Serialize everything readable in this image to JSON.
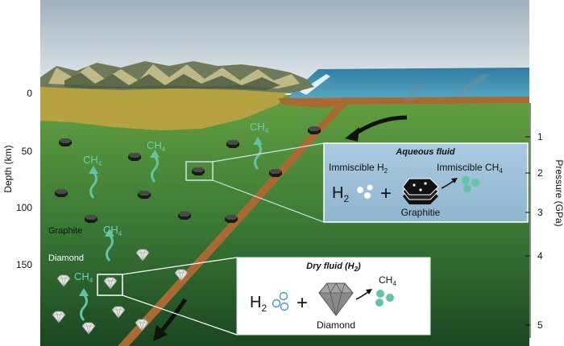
{
  "axes": {
    "depth_title": "Depth (km)",
    "pressure_title": "Pressure (GPa)",
    "depth_ticks": [
      "0",
      "50",
      "100",
      "150"
    ],
    "pressure_ticks": [
      "1",
      "2",
      "3",
      "4",
      "5"
    ]
  },
  "labels": {
    "graphite": "Graphite",
    "diamond": "Diamond",
    "ch4": "CH",
    "sub4": "4",
    "sub2": "2"
  },
  "aqueous_box": {
    "title": "Aqueous fluid",
    "immiscible_h2": "Immiscible H",
    "immiscible_ch4": "Immiscible CH",
    "h2": "H",
    "plus": "+",
    "mineral": "Graphitie"
  },
  "dry_box": {
    "title": "Dry fluid (H",
    "title_end": ")",
    "h2": "H",
    "plus": "+",
    "product": "CH",
    "mineral": "Diamond"
  },
  "colors": {
    "sky_top": "#a9b9c4",
    "sky_bottom": "#e4ebef",
    "ocean": "#3a86a8",
    "crust": "#b9a440",
    "mantle_top": "#5e9a3d",
    "mantle_bottom": "#1b4a22",
    "slab": "#a86a30",
    "methane": "#5fc4a8",
    "aqueous_bg": "#a6c8dc",
    "dry_bg": "#ffffff"
  }
}
